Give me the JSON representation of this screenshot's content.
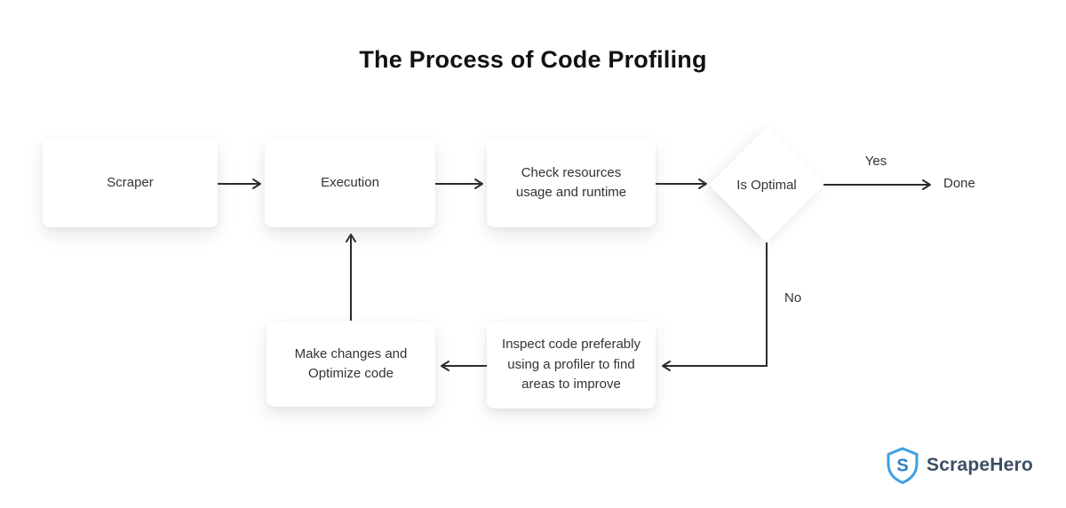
{
  "title": "The Process of Code Profiling",
  "flowchart": {
    "nodes": {
      "scraper": {
        "label": "Scraper",
        "type": "process"
      },
      "execution": {
        "label": "Execution",
        "type": "process"
      },
      "check_resources": {
        "label": "Check resources\nusage and runtime",
        "type": "process"
      },
      "is_optimal": {
        "label": "Is Optimal",
        "type": "decision"
      },
      "done": {
        "label": "Done",
        "type": "terminal"
      },
      "inspect_code": {
        "label": "Inspect code preferably\nusing a profiler to find\nareas to improve",
        "type": "process"
      },
      "optimize_code": {
        "label": "Make changes and\nOptimize code",
        "type": "process"
      }
    },
    "edges": [
      {
        "from": "scraper",
        "to": "execution",
        "label": ""
      },
      {
        "from": "execution",
        "to": "check_resources",
        "label": ""
      },
      {
        "from": "check_resources",
        "to": "is_optimal",
        "label": ""
      },
      {
        "from": "is_optimal",
        "to": "done",
        "label": "Yes"
      },
      {
        "from": "is_optimal",
        "to": "inspect_code",
        "label": "No"
      },
      {
        "from": "inspect_code",
        "to": "optimize_code",
        "label": ""
      },
      {
        "from": "optimize_code",
        "to": "execution",
        "label": ""
      }
    ],
    "edge_labels": {
      "yes": "Yes",
      "no": "No"
    }
  },
  "branding": {
    "name": "ScrapeHero",
    "icon": "shield-s-icon",
    "icon_letter": "S",
    "colors": {
      "shield_blue": "#3da0e3",
      "text_navy": "#3c4d63"
    }
  },
  "canvas": {
    "background": "#ffffff",
    "line_color": "#2b2b2b"
  }
}
